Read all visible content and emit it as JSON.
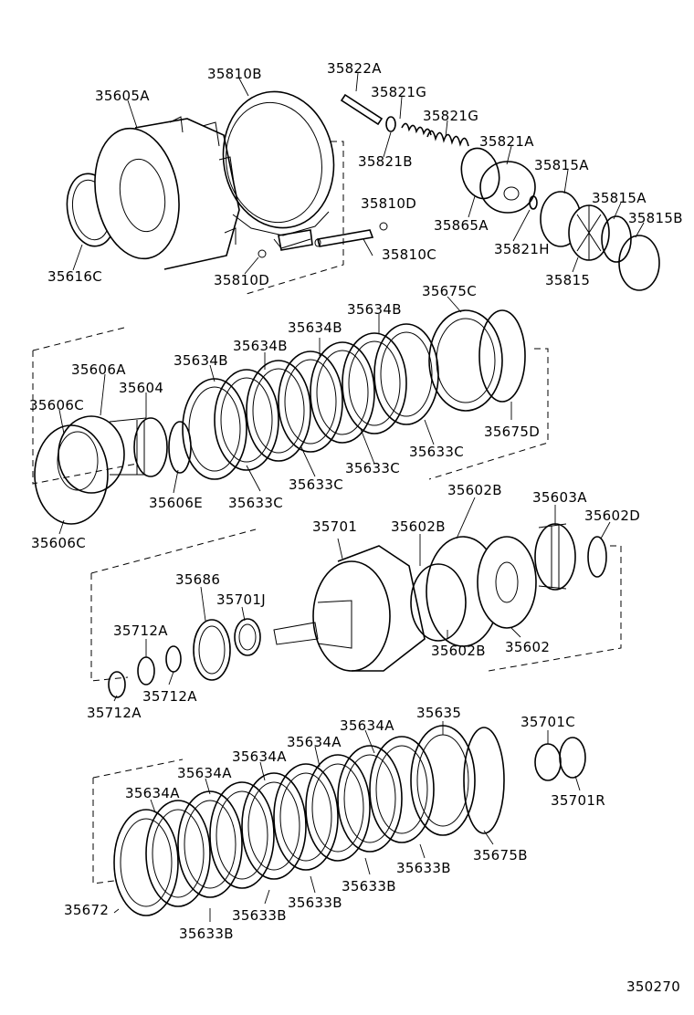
{
  "figure_id": "350270",
  "labels": {
    "l35605A": "35605A",
    "l35810B": "35810B",
    "l35822A": "35822A",
    "l35821G_1": "35821G",
    "l35821G_2": "35821G",
    "l35821A": "35821A",
    "l35821B": "35821B",
    "l35815A_1": "35815A",
    "l35815A_2": "35815A",
    "l35815B": "35815B",
    "l35810D_1": "35810D",
    "l35865A": "35865A",
    "l35821H": "35821H",
    "l35810C": "35810C",
    "l35616C": "35616C",
    "l35810D_2": "35810D",
    "l35815": "35815",
    "l35675C": "35675C",
    "l35634B_1": "35634B",
    "l35634B_2": "35634B",
    "l35634B_3": "35634B",
    "l35634B_4": "35634B",
    "l35606A": "35606A",
    "l35604": "35604",
    "l35606C_1": "35606C",
    "l35675D": "35675D",
    "l35633C_1": "35633C",
    "l35633C_2": "35633C",
    "l35633C_3": "35633C",
    "l35633C_4": "35633C",
    "l35606E": "35606E",
    "l35606C_2": "35606C",
    "l35602B_1": "35602B",
    "l35603A": "35603A",
    "l35701": "35701",
    "l35602B_2": "35602B",
    "l35602D": "35602D",
    "l35686": "35686",
    "l35701J": "35701J",
    "l35712A_1": "35712A",
    "l35712A_2": "35712A",
    "l35712A_3": "35712A",
    "l35602B_3": "35602B",
    "l35602": "35602",
    "l35635": "35635",
    "l35634A_1": "35634A",
    "l35634A_2": "35634A",
    "l35634A_3": "35634A",
    "l35634A_4": "35634A",
    "l35634A_5": "35634A",
    "l35701C": "35701C",
    "l35701R": "35701R",
    "l35672": "35672",
    "l35633B_1": "35633B",
    "l35633B_2": "35633B",
    "l35633B_3": "35633B",
    "l35633B_4": "35633B",
    "l35633B_5": "35633B",
    "l35675B": "35675B"
  }
}
